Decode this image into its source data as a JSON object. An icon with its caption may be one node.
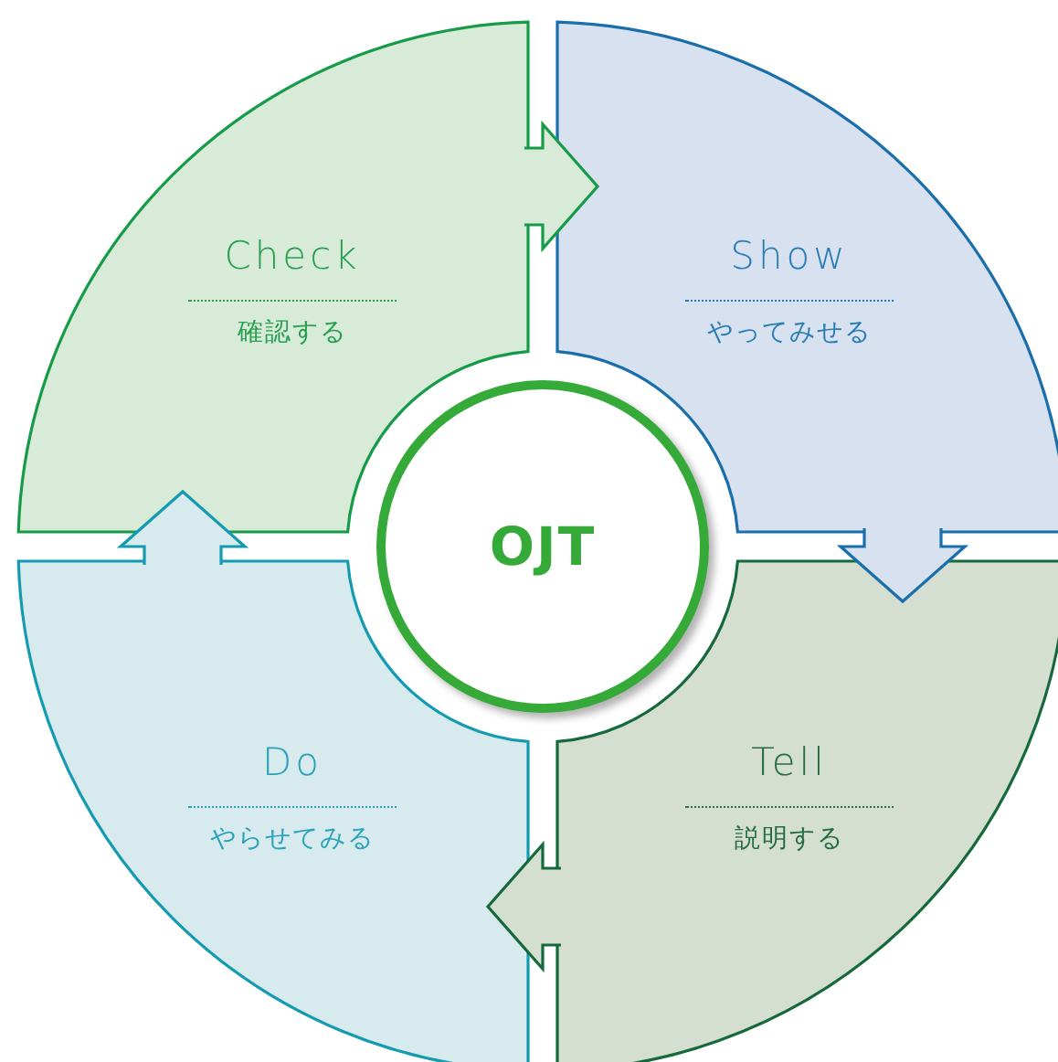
{
  "diagram": {
    "nodes": [
      {
        "text": [
          "OJT"
        ]
      },
      {
        "text": [
          "Check",
          "確認する"
        ]
      },
      {
        "text": [
          "Show",
          "やってみせる"
        ]
      },
      {
        "text": [
          "Tell",
          "説明する"
        ]
      },
      {
        "text": [
          "Do",
          "やらせてみる"
        ]
      }
    ],
    "edges": [
      {
        "from": 1,
        "to": 2,
        "arrow": "to"
      },
      {
        "from": 2,
        "to": 3,
        "arrow": "to"
      },
      {
        "from": 3,
        "to": 4,
        "arrow": "to"
      },
      {
        "from": 4,
        "to": 1,
        "arrow": "to"
      }
    ]
  }
}
